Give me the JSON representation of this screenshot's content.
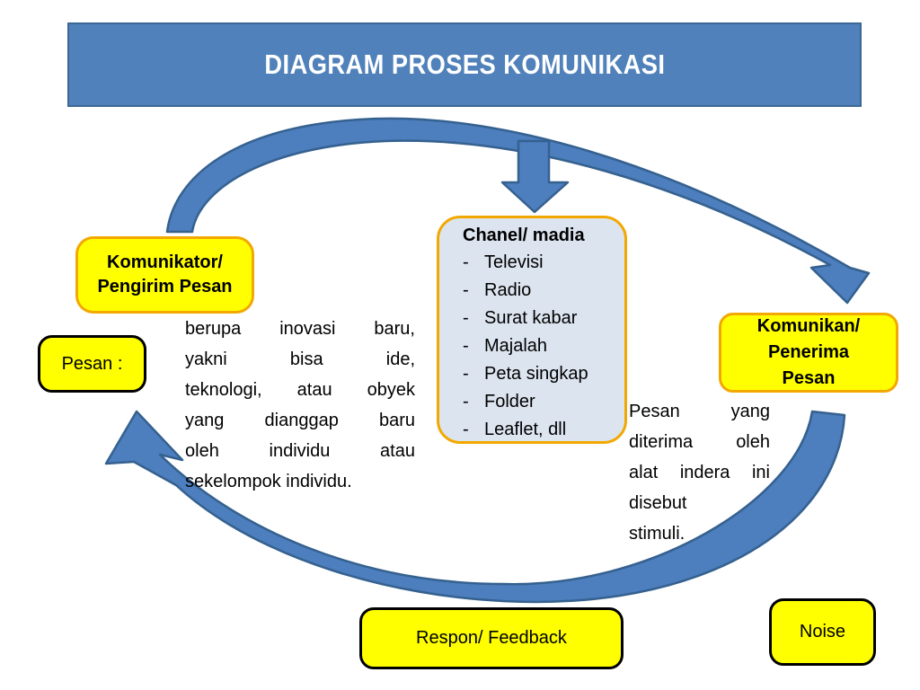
{
  "slide": {
    "title": "DIAGRAM PROSES KOMUNIKASI"
  },
  "nodes": {
    "komunikator": {
      "lines": [
        "Komunikator/",
        "Pengirim Pesan"
      ]
    },
    "pesan": {
      "label": "Pesan :"
    },
    "chanel": {
      "title": "Chanel/ madia",
      "bullet": "-",
      "items": [
        "Televisi",
        "Radio",
        "Surat kabar",
        "Majalah",
        "Peta singkap",
        "Folder",
        "Leaflet, dll"
      ]
    },
    "komunikan": {
      "lines": [
        "Komunikan/",
        "Penerima",
        "Pesan"
      ]
    },
    "respon": {
      "label": "Respon/ Feedback"
    },
    "noise": {
      "label": "Noise"
    }
  },
  "annotations": {
    "pesan_desc": {
      "lines": [
        "berupa inovasi baru,",
        "yakni bisa ide,",
        "teknologi, atau obyek",
        "yang dianggap baru",
        "oleh individu atau",
        "sekelompok individu."
      ]
    },
    "stimuli_desc": {
      "lines": [
        "Pesan yang",
        "diterima oleh",
        "alat indera ini",
        "disebut",
        "stimuli."
      ]
    }
  },
  "arrows": {
    "top_flow": "curved arrow from Komunikator over the top to Komunikan",
    "channel_down": "block arrow pointing down into Chanel/ madia box",
    "feedback": "curved arrow from Komunikan along the bottom back up to Pesan"
  },
  "colors": {
    "banner_fill": "#5081BA",
    "banner_border": "#3D6896",
    "arrow_fill": "#4D7EBD",
    "arrow_border": "#35618F",
    "node_yellow": "#FFFF00",
    "node_orange_border": "#F2A800",
    "node_black_border": "#000000",
    "chanel_fill": "#DCE4EF",
    "text": "#000000",
    "background": "#FFFFFF"
  }
}
